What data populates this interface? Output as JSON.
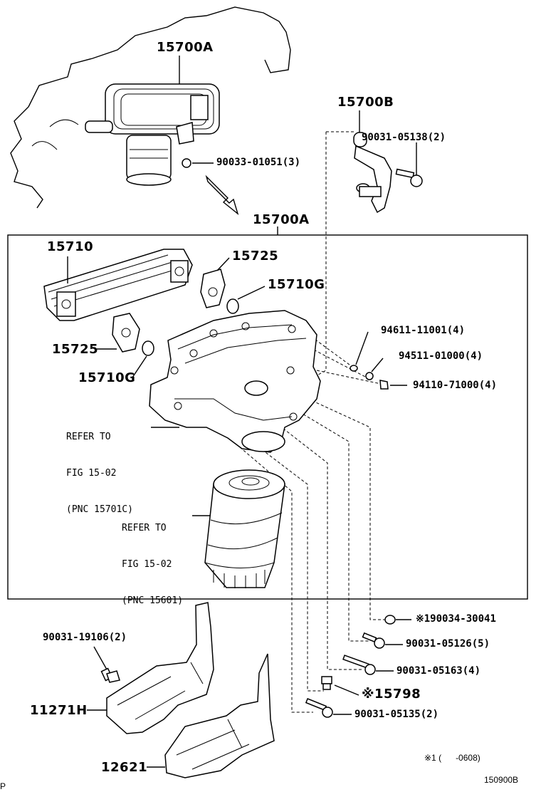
{
  "labels": {
    "assy_top": "15700A",
    "assy_box": "15700A",
    "bracket": "15700B",
    "bracket_bolt": "90031-05138(2)",
    "gasket_top": "90033-01051(3)",
    "cooler": "15710",
    "gasket_right": "15725",
    "oring_right": "15710G",
    "gasket_left": "15725",
    "oring_left": "15710G",
    "nut": "94611-11001(4)",
    "washer": "94511-01000(4)",
    "stud": "94110-71000(4)",
    "refer1": [
      "REFER TO",
      "FIG 15-02",
      "(PNC 15701C)"
    ],
    "refer2": [
      "REFER TO",
      "FIG 15-02",
      "(PNC 15601)"
    ],
    "seal": "※190034-30041",
    "bolt1": "90031-05126(5)",
    "bolt2": "90031-05163(4)",
    "plug": "※15798",
    "bolt3": "90031-05135(2)",
    "cover_bolt": "90031-19106(2)",
    "cover1": "11271H",
    "cover2": "12621",
    "footnote": "※1 (      -0608)",
    "figure_id": "150900B",
    "corner_mark": "P"
  }
}
